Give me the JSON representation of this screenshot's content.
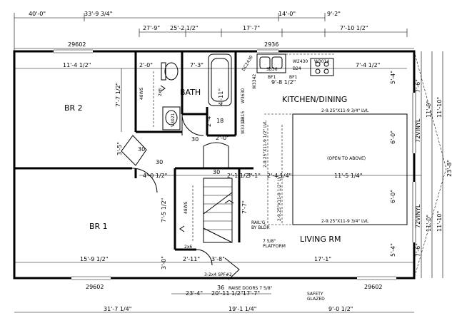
{
  "rooms": {
    "br2": "BR 2",
    "bath": "BATH",
    "kitchen": "KITCHEN/DINING",
    "open_above": "(OPEN TO ABOVE)",
    "br1": "BR 1",
    "living": "LIVING RM"
  },
  "dims_top": {
    "d40": "40'-0\"",
    "d33": "33'-9 3/4\"",
    "d14": "14'-0\"",
    "d92": "9'-2\"",
    "d279": "27'-9\"",
    "d252": "25'-2 1/2\"",
    "d177": "17'-7\"",
    "d710": "7'-10 1/2\"",
    "w1": "29602",
    "w2": "2936"
  },
  "dims_int": {
    "a": "11'-4 1/2\"",
    "b": "2'-0\"",
    "c": "7'-3\"",
    "d": "7'-4 1/2\"",
    "e": "7'-7 1/2\"",
    "f": "4'-11\"",
    "g": "9'-8 1/2\"",
    "h": "5'-4\"",
    "i": "2'-4\"",
    "j": "2'-0\"",
    "k": "3'-5\"",
    "l": "4'-0 1/2\"",
    "m": "2'-1 1/2\"",
    "n": "3'-1\"",
    "o": "2'-4 1/4\"",
    "p": "11'-5 1/4\"",
    "q": "6'-0\"",
    "r": "6'-0\"",
    "s": "7'-5 1/2\"",
    "t": "7'-7\"",
    "u": "15'-9 1/2\"",
    "v": "17'-1\"",
    "w": "3'-0\"",
    "x": "2'-11\"",
    "y": "3'-8\"",
    "z": "5'-4\""
  },
  "dims_right": {
    "r1": "7'-6\"",
    "r2": "11'-0\"",
    "r3": "11'-10\"",
    "r4": "23'-8\"",
    "r5": "11'-0\"",
    "r6": "11'-10\"",
    "r7": "7'-6\"",
    "vinyl1": "72VINYL",
    "vinyl2": "72VINYL"
  },
  "dims_bottom": {
    "b1": "29602",
    "b2": "29602",
    "b3": "23'-4\"",
    "b4": "20'-11 1/2\"",
    "b5": "17'-7\"",
    "b6": "31'-7 1/4\"",
    "b7": "19'-1 1/4\"",
    "b8": "9'-0 1/2\"",
    "n36": "36"
  },
  "notes": {
    "ws1": "48WS",
    "ws2": "48WS",
    "n30a": "30",
    "n30b": "30",
    "n30c": "30",
    "n30d": "30",
    "n18": "18",
    "b2x6a": "2x6",
    "b2x6b": "2x6",
    "railg": "RAIL'G",
    "bybldr": "BY BLDR",
    "platform1": "7 5/8\"",
    "platform2": "PLATFORM",
    "raise": "RAISE DOORS 7 5/8\"",
    "safety1": "SAFETY",
    "safety2": "GLAZED",
    "sink": "SB36",
    "b24": "B24",
    "w2430": "W2430",
    "w3014": "W3014",
    "bf1": "BF1",
    "bf2": "BF1",
    "dc2": "DC2430",
    "w3630": "W3630",
    "db15": "DB15",
    "w3342": "W3342",
    "w3314": "W3314",
    "lvl1": "2-9.25\"X11-9 3/4\" LVL",
    "lvl2": "2-9.25\"X11-9 3/4\" LVL",
    "lvl3": "2-9.25\"X11-9 1/2\" LVL",
    "lvl4": "2-9.25\"X11-9 1/2\" LVL",
    "vanity": "V3021",
    "spf": "3-2x4 SPF#2"
  }
}
